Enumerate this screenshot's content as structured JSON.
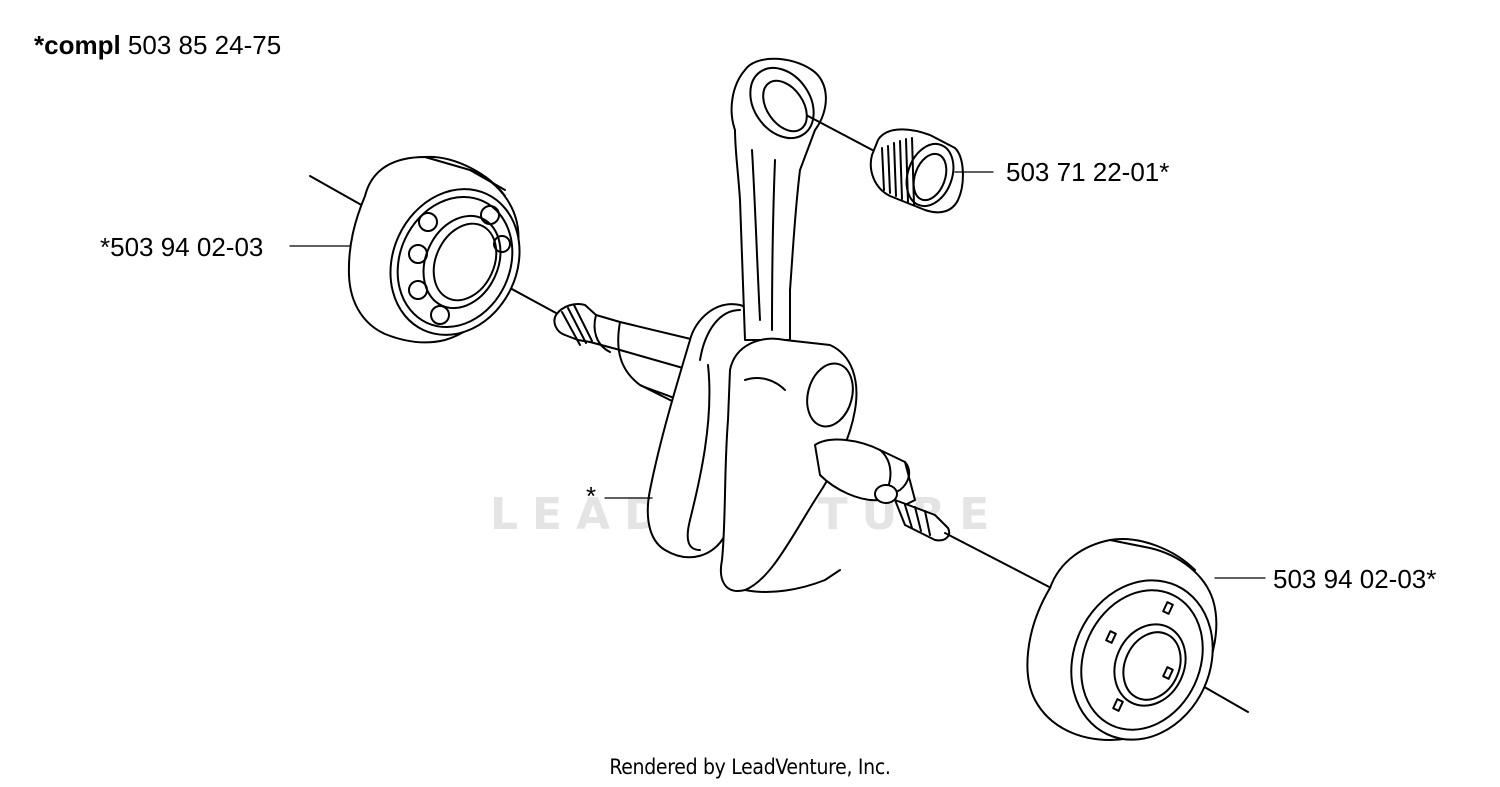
{
  "title": {
    "prefix": "*compl",
    "part_number": "503 85 24-75"
  },
  "callouts": {
    "bearing_left": "*503 94 02-03",
    "needle_bearing": "503 71 22-01*",
    "crankshaft": "*",
    "bearing_right": "503 94 02-03*"
  },
  "watermark": "LEADVENTURE",
  "credit": "Rendered by LeadVenture, Inc."
}
